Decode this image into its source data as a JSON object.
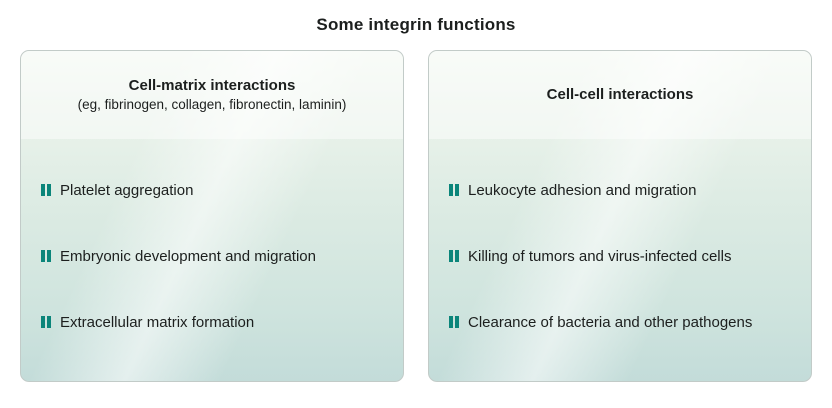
{
  "title": "Some integrin functions",
  "colors": {
    "accent_teal": "#0b857a",
    "panel_border": "#c2cbc8",
    "panel_gradient_top": "#f3f8f2",
    "panel_gradient_bottom": "#c3dcd9"
  },
  "panels": [
    {
      "header": "Cell-matrix interactions",
      "subheader": "(eg, fibrinogen, collagen, fibronectin, laminin)",
      "items": [
        "Platelet aggregation",
        "Embryonic development and migration",
        "Extracellular matrix formation"
      ]
    },
    {
      "header": "Cell-cell interactions",
      "subheader": "",
      "items": [
        "Leukocyte adhesion and migration",
        "Killing of tumors and virus-infected cells",
        "Clearance of bacteria and other pathogens"
      ]
    }
  ]
}
